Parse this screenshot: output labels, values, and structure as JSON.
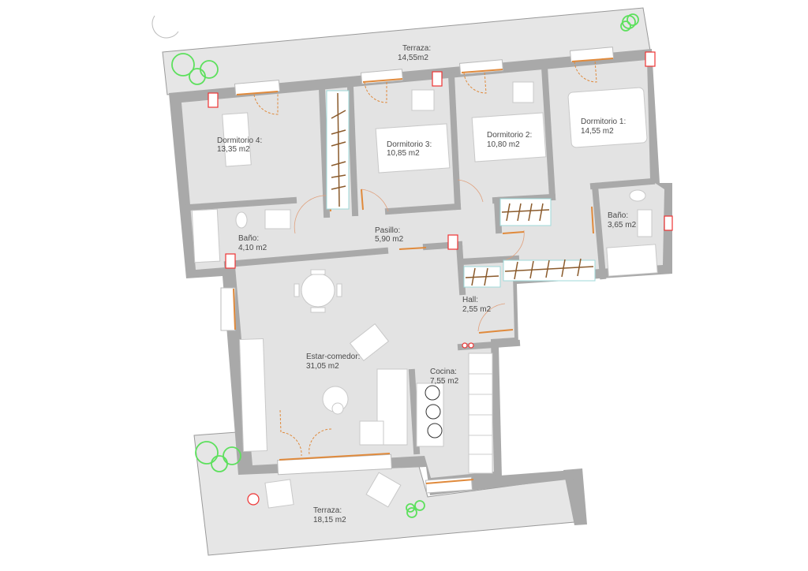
{
  "title": "Floor plan",
  "rooms": {
    "terraza_top": {
      "name": "Terraza:",
      "area": "14,55m2"
    },
    "dormitorio4": {
      "name": "Dormitorio 4:",
      "area": "13,35 m2"
    },
    "dormitorio3": {
      "name": "Dormitorio 3:",
      "area": "10,85 m2"
    },
    "dormitorio2": {
      "name": "Dormitorio 2:",
      "area": "10,80 m2"
    },
    "dormitorio1": {
      "name": "Dormitorio 1:",
      "area": "14,55 m2"
    },
    "bano_left": {
      "name": "Baño:",
      "area": "4,10 m2"
    },
    "pasillo": {
      "name": "Pasillo:",
      "area": "5,90 m2"
    },
    "bano_right": {
      "name": "Baño:",
      "area": "3,65 m2"
    },
    "hall": {
      "name": "Hall:",
      "area": "2,55 m2"
    },
    "estar": {
      "name": "Estar-comedor:",
      "area": "31,05 m2"
    },
    "cocina": {
      "name": "Cocina:",
      "area": "7,55 m2"
    },
    "terraza_bottom": {
      "name": "Terraza:",
      "area": "18,15 m2"
    }
  },
  "colors": {
    "wall": "#a9a9a9",
    "floor": "#e3e3e3",
    "window_frame": "#e08a3c",
    "wardrobe": "#8a5a2b",
    "plant": "#5de05d",
    "column": "#e33333"
  }
}
